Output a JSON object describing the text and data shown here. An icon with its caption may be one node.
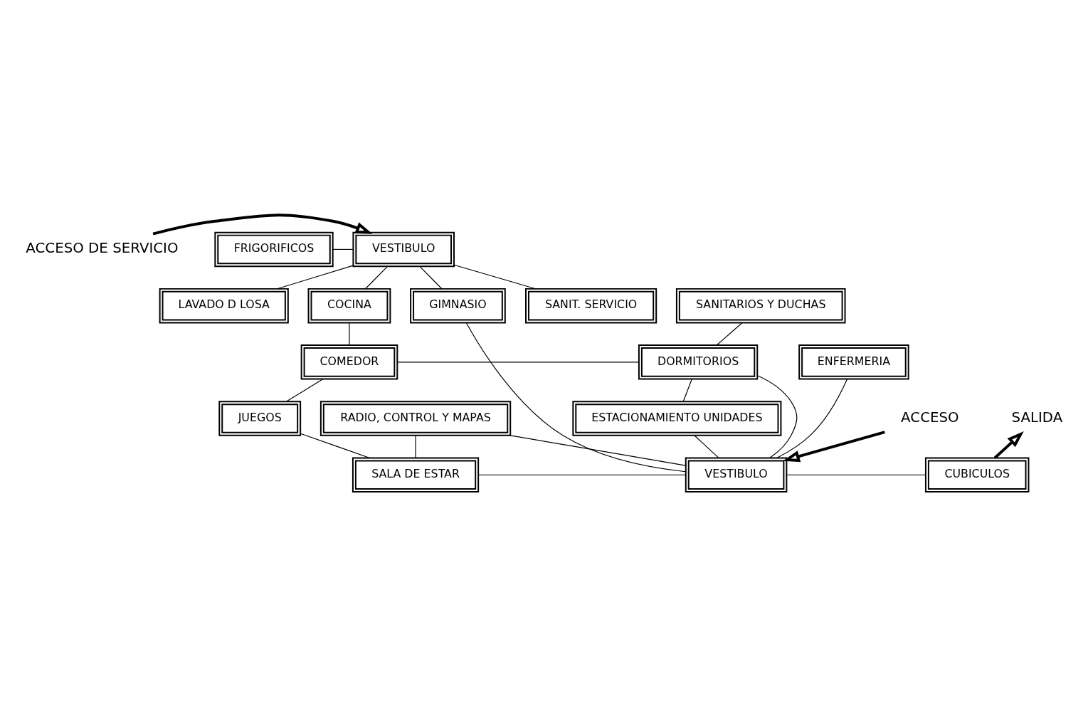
{
  "diagram": {
    "nodes": [
      {
        "text": [
          "VESTIBULO"
        ]
      },
      {
        "text": [
          "ACCESO DE SERVICIO"
        ]
      },
      {
        "text": [
          "FRIGORIFICOS"
        ]
      },
      {
        "text": [
          "SANIT. SERVICIO"
        ]
      },
      {
        "text": [
          "LAVADO D LOSA"
        ]
      },
      {
        "text": [
          "COCINA"
        ]
      },
      {
        "text": [
          "SANITARIOS Y DUCHAS"
        ]
      },
      {
        "text": [
          "GIMNASIO"
        ]
      },
      {
        "text": [
          "COMEDOR"
        ]
      },
      {
        "text": [
          "DORMITORIOS"
        ]
      },
      {
        "text": [
          "ENFERMERIA"
        ]
      },
      {
        "text": [
          "JUEGOS"
        ]
      },
      {
        "text": [
          "RADIO, CONTROL Y MAPAS"
        ]
      },
      {
        "text": [
          "ESTACIONAMIENTO UNIDADES"
        ]
      },
      {
        "text": [
          "SALIDA"
        ]
      },
      {
        "text": [
          "SALA DE ESTAR"
        ]
      },
      {
        "text": [
          "VESTIBULO"
        ]
      },
      {
        "text": [
          "CUBICULOS"
        ]
      },
      {
        "text": [
          "ACCESO"
        ]
      }
    ],
    "edges": [
      {
        "from": 1,
        "to": 0,
        "arrow": "to",
        "style": "thick"
      },
      {
        "from": 2,
        "to": 0,
        "arrow": "none"
      },
      {
        "from": 0,
        "to": 3,
        "arrow": "none"
      },
      {
        "from": 0,
        "to": 5,
        "arrow": "none"
      },
      {
        "from": 0,
        "to": 4,
        "arrow": "none"
      },
      {
        "from": 0,
        "to": 7,
        "arrow": "none"
      },
      {
        "from": 5,
        "to": 8,
        "arrow": "none"
      },
      {
        "from": 8,
        "to": 9,
        "arrow": "none"
      },
      {
        "from": 8,
        "to": 11,
        "arrow": "none"
      },
      {
        "from": 6,
        "to": 9,
        "arrow": "none"
      },
      {
        "from": 9,
        "to": 16,
        "arrow": "none"
      },
      {
        "from": 9,
        "to": 13,
        "arrow": "none"
      },
      {
        "from": 7,
        "to": 16,
        "arrow": "none"
      },
      {
        "from": 10,
        "to": 16,
        "arrow": "none"
      },
      {
        "from": 13,
        "to": 16,
        "arrow": "none"
      },
      {
        "from": 11,
        "to": 15,
        "arrow": "none"
      },
      {
        "from": 12,
        "to": 15,
        "arrow": "none"
      },
      {
        "from": 12,
        "to": 16,
        "arrow": "none"
      },
      {
        "from": 15,
        "to": 16,
        "arrow": "none"
      },
      {
        "from": 16,
        "to": 17,
        "arrow": "none"
      },
      {
        "from": 17,
        "to": 14,
        "arrow": "to",
        "style": "thick"
      },
      {
        "from": 18,
        "to": 16,
        "arrow": "to",
        "style": "thick"
      }
    ]
  }
}
